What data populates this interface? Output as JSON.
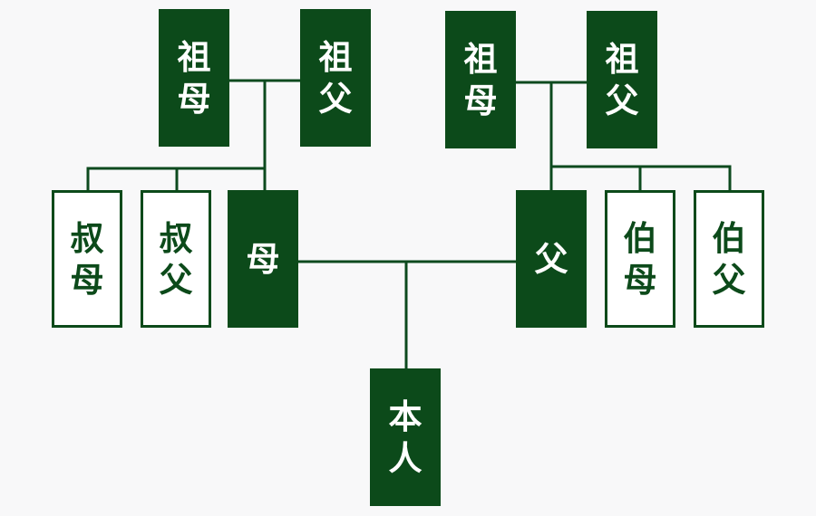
{
  "colors": {
    "dark_green": "#0c4a1a",
    "background": "#f8f8f9",
    "white": "#ffffff"
  },
  "nodes": {
    "maternal_grandmother": "祖母",
    "maternal_grandfather": "祖父",
    "paternal_grandmother": "祖母",
    "paternal_grandfather": "祖父",
    "maternal_aunt": "叔母",
    "maternal_uncle": "叔父",
    "mother": "母",
    "father": "父",
    "paternal_aunt": "伯母",
    "paternal_uncle": "伯父",
    "self": "本人"
  }
}
